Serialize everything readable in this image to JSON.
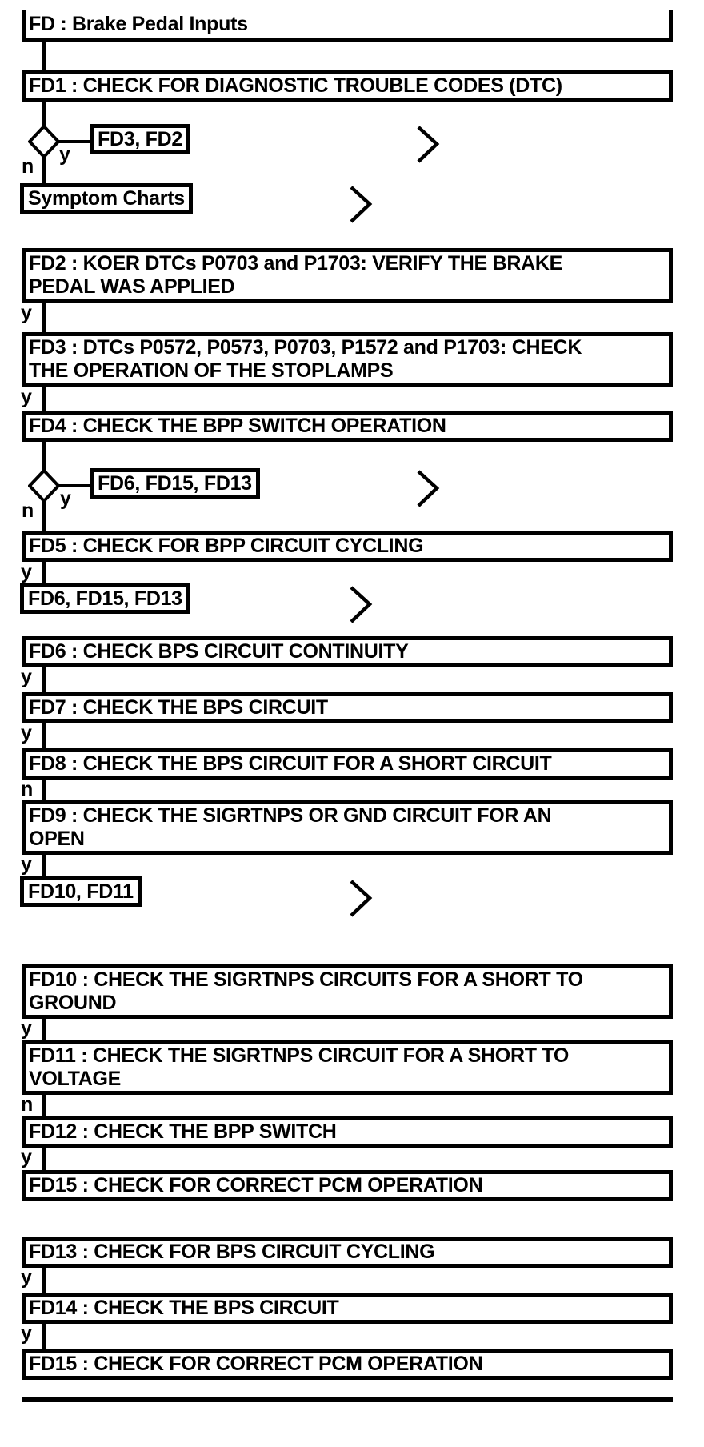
{
  "flowchart": {
    "title": "FD : Brake Pedal Inputs",
    "branch_labels": {
      "yes": "y",
      "no": "n"
    },
    "steps": {
      "fd1": "FD1 : CHECK FOR DIAGNOSTIC TROUBLE CODES (DTC)",
      "fd2": [
        "FD2 : KOER DTCs P0703 and P1703: VERIFY THE BRAKE",
        "PEDAL WAS APPLIED"
      ],
      "fd3": [
        "FD3 : DTCs P0572, P0573, P0703, P1572 and P1703: CHECK",
        "THE OPERATION OF THE STOPLAMPS"
      ],
      "fd4": "FD4 : CHECK THE BPP SWITCH OPERATION",
      "fd5": "FD5 : CHECK FOR BPP CIRCUIT CYCLING",
      "fd6": "FD6 : CHECK BPS CIRCUIT CONTINUITY",
      "fd7": "FD7 : CHECK THE BPS CIRCUIT",
      "fd8": "FD8 : CHECK THE BPS CIRCUIT FOR A SHORT CIRCUIT",
      "fd9": [
        "FD9 : CHECK THE SIGRTNPS OR GND CIRCUIT FOR AN",
        "OPEN"
      ],
      "fd10": [
        "FD10 : CHECK THE SIGRTNPS CIRCUITS FOR A SHORT TO",
        "GROUND"
      ],
      "fd11": [
        "FD11 : CHECK THE SIGRTNPS CIRCUIT FOR A SHORT TO",
        "VOLTAGE"
      ],
      "fd12": "FD12 : CHECK THE BPP SWITCH",
      "fd13": "FD13 : CHECK FOR BPS CIRCUIT CYCLING",
      "fd14": "FD14 : CHECK THE BPS CIRCUIT",
      "fd15_after_fd12": "FD15 : CHECK FOR CORRECT PCM OPERATION",
      "fd15_after_fd14": "FD15 : CHECK FOR CORRECT PCM OPERATION"
    },
    "references": {
      "from_fd1_yes": "FD3, FD2",
      "from_fd1_no": "Symptom Charts",
      "from_fd4_yes": "FD6, FD15, FD13",
      "from_fd5_yes": "FD6, FD15, FD13",
      "from_fd9_yes": "FD10, FD11"
    },
    "colors": {
      "ink": "#000000",
      "background": "#ffffff"
    }
  }
}
